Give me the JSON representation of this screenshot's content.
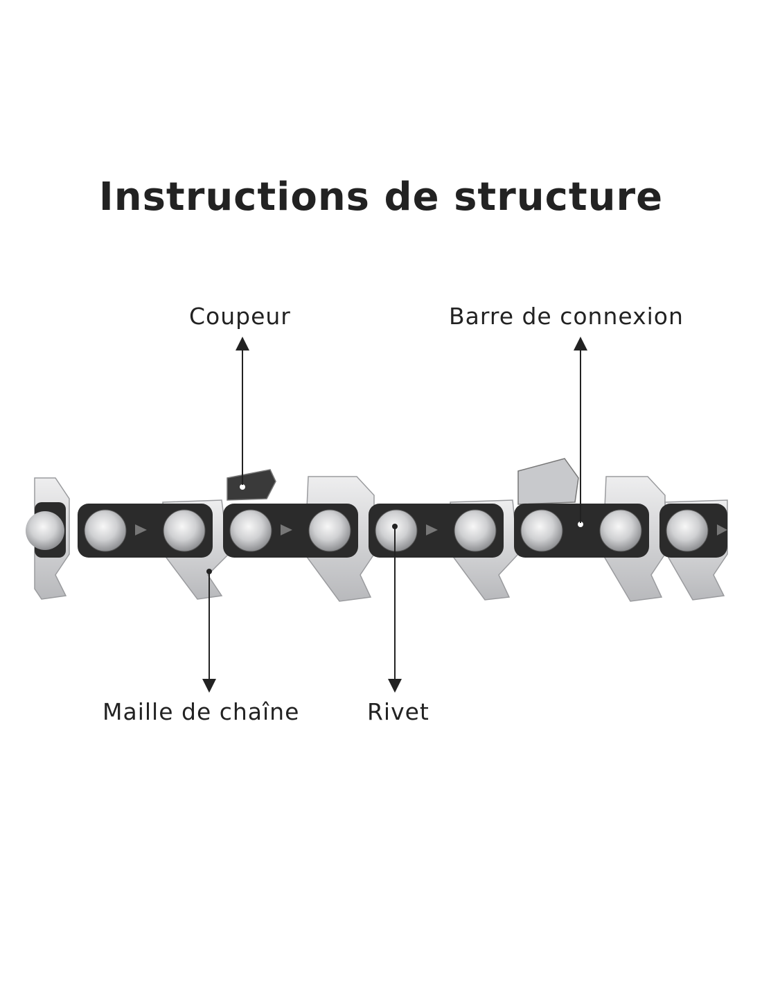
{
  "title": "Instructions de structure",
  "labels": {
    "cutter": "Coupeur",
    "tie_strap": "Barre de connexion",
    "drive_link": "Maille de chaîne",
    "rivet": "Rivet"
  },
  "colors": {
    "text": "#222222",
    "steel": "#d9dadc",
    "black_link": "#2b2b2b"
  }
}
